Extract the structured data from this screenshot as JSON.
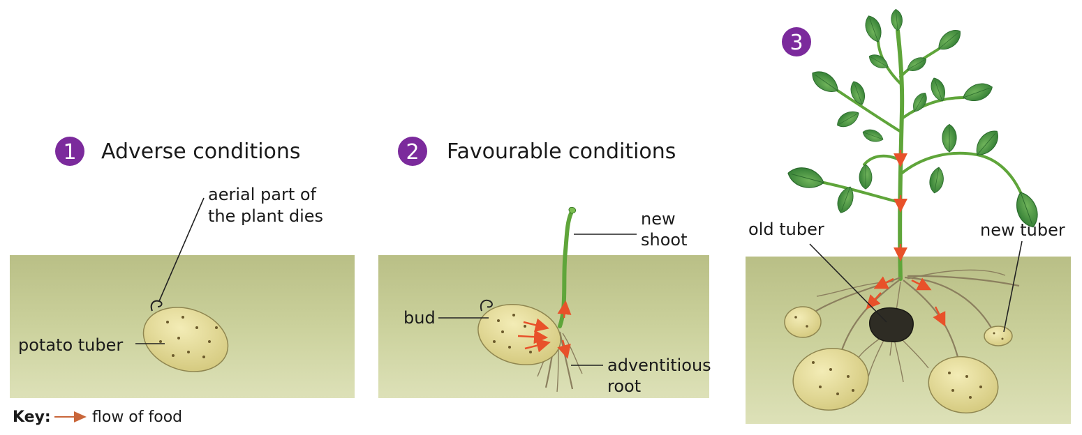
{
  "panels": [
    {
      "number": "1",
      "title": "Adverse conditions"
    },
    {
      "number": "2",
      "title": "Favourable conditions"
    },
    {
      "number": "3",
      "title": ""
    }
  ],
  "labels": {
    "aerial_line1": "aerial part of",
    "aerial_line2": "the plant dies",
    "potato_tuber": "potato tuber",
    "bud": "bud",
    "new_shoot_line1": "new",
    "new_shoot_line2": "shoot",
    "adventitious_line1": "adventitious",
    "adventitious_line2": "root",
    "old_tuber": "old tuber",
    "new_tuber": "new tuber"
  },
  "key": {
    "title": "Key:",
    "description": "flow of food"
  },
  "colors": {
    "badge": "#7b2a9c",
    "soil": "#c9cf9a",
    "tuber": "#e6de9c",
    "stem": "#5fa53a",
    "leaf": "#3f8f3a",
    "flow_arrow": "#e8512a",
    "old_tuber": "#2e2c24"
  }
}
